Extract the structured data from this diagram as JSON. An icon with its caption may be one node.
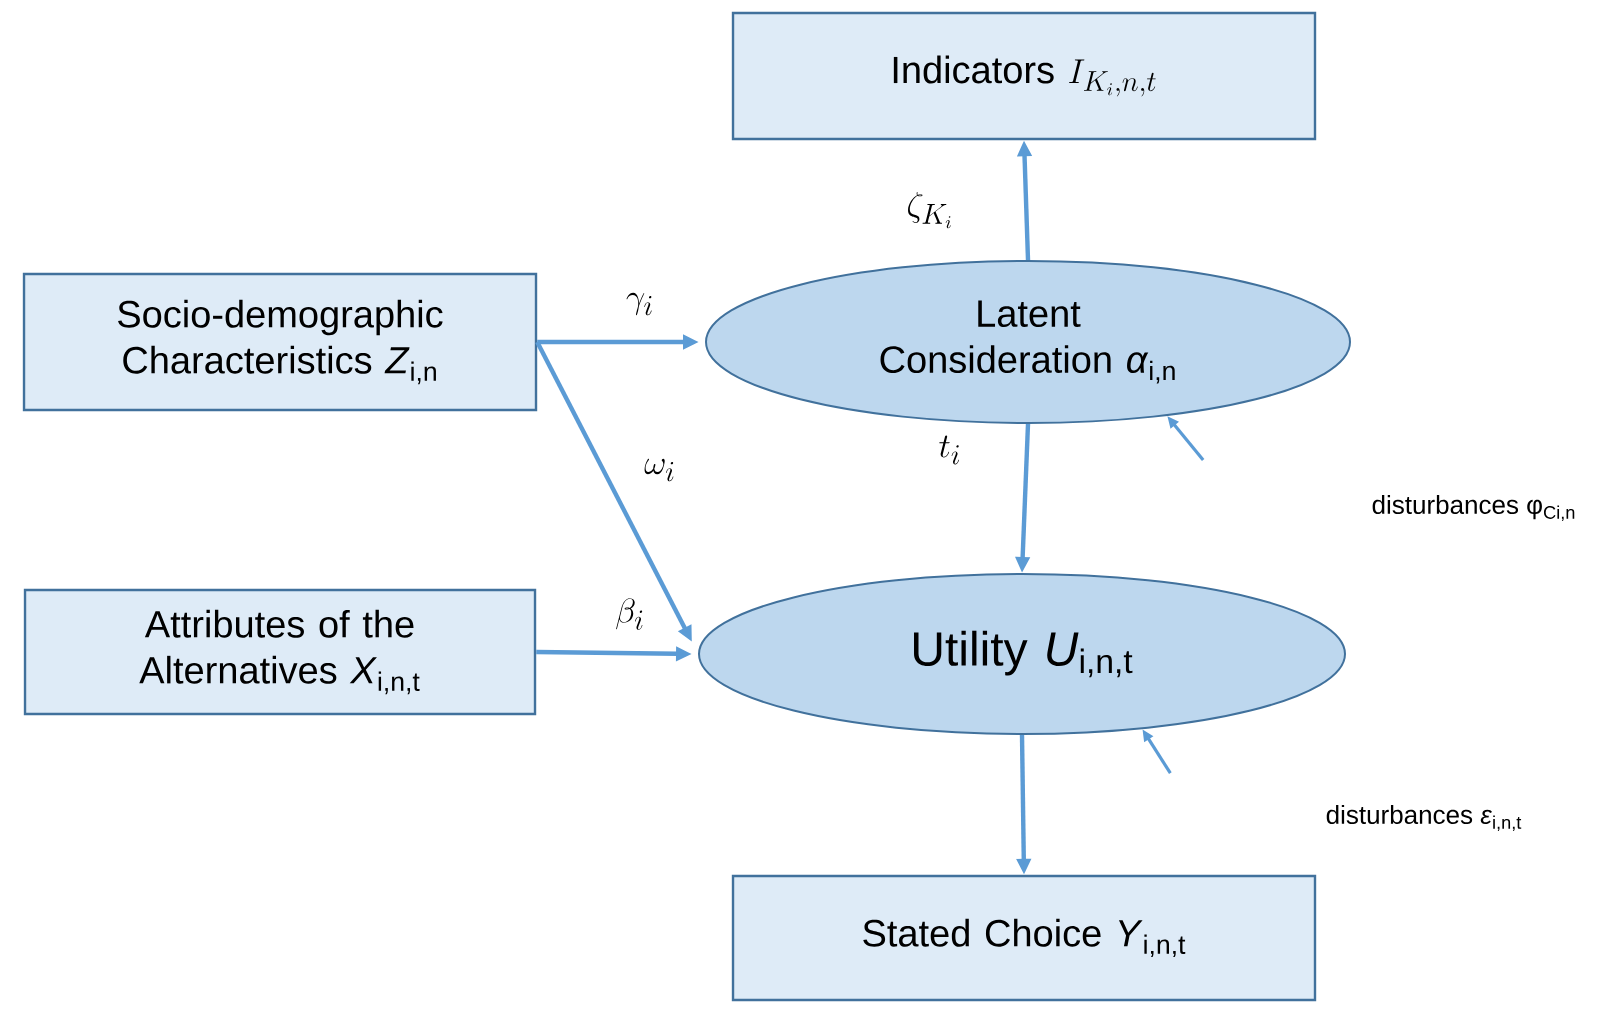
{
  "diagram": {
    "nodes": [
      {
        "text": [
          "\\text{Indicators }I_{K_i,n,t}"
        ]
      },
      {
        "text": [
          "Socio-demographic Characteristics *Z*$_{i,n}$"
        ]
      },
      {
        "text": [
          "Latent Consideration *α*$_{i,n}$"
        ]
      },
      {
        "text": [
          "Attributes of the Alternatives *X*$_{i,n,t}$"
        ]
      },
      {
        "text": [
          "Utility *U*$_{i,n,t}$"
        ]
      },
      {
        "text": [
          "Stated Choice *Y*$_{i,n,t}$"
        ]
      }
    ],
    "edges": [
      {
        "from": 2,
        "to": 0,
        "arrow": "to",
        "label": "\\zeta_{K_i}"
      },
      {
        "from": 1,
        "to": 2,
        "arrow": "to",
        "label": "\\gamma_i"
      },
      {
        "from": 1,
        "to": 4,
        "arrow": "to",
        "label": "\\omega_i"
      },
      {
        "from": 3,
        "to": 4,
        "arrow": "to",
        "label": "\\beta_i"
      },
      {
        "from": 2,
        "to": 4,
        "arrow": "to",
        "label": "t_i"
      },
      {
        "from": 4,
        "to": 5,
        "arrow": "to"
      },
      {
        "from": null,
        "to": 2,
        "arrow": "to"
      },
      {
        "from": null,
        "to": 4,
        "arrow": "to"
      }
    ],
    "labels": [
      "disturbances φ$_{Ci,n}$",
      "disturbances *ε*$_{i,n,t}$"
    ]
  }
}
